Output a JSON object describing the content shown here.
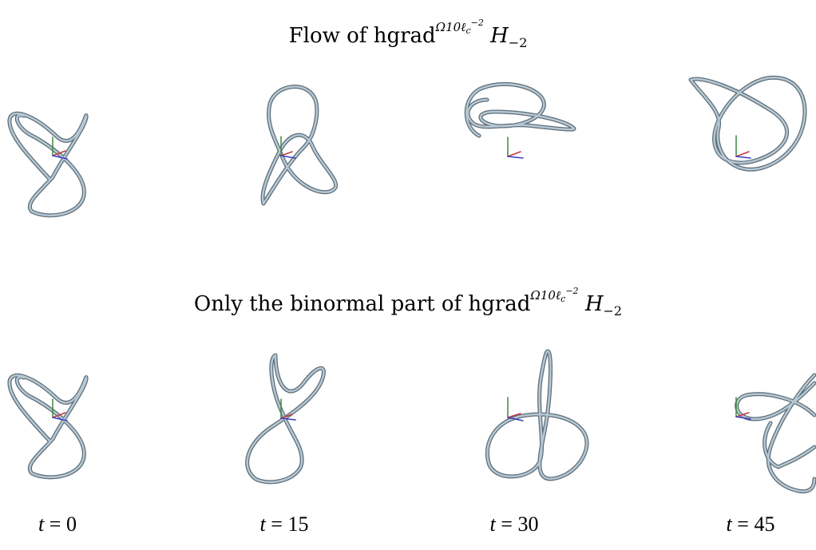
{
  "titles": {
    "top": {
      "prefix": "Flow of hgrad",
      "sup_base": "Ω",
      "sup_exp": "10ℓ",
      "sup_sub": "c",
      "sup_sup": "−2",
      "H": "H",
      "H_sub": "−2"
    },
    "bottom": {
      "prefix": "Only the binormal part of hgrad",
      "sup_base": "Ω",
      "sup_exp": "10ℓ",
      "sup_sub": "c",
      "sup_sup": "−2",
      "H": "H",
      "H_sub": "−2"
    }
  },
  "time_labels": [
    {
      "var": "t",
      "eq": " = 0"
    },
    {
      "var": "t",
      "eq": " = 15"
    },
    {
      "var": "t",
      "eq": " = 30"
    },
    {
      "var": "t",
      "eq": " = 45"
    }
  ],
  "colors": {
    "knot_stroke": "#8da3b2",
    "knot_outline": "#5c6e7a",
    "axis_x": "#c23b3b",
    "axis_y": "#3b3bc2",
    "axis_z": "#3b8a3b"
  }
}
